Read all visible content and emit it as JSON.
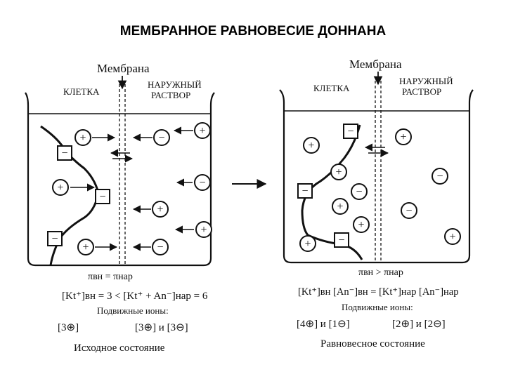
{
  "title": "МЕМБРАННОЕ РАВНОВЕСИЕ ДОННАНА",
  "left": {
    "membrane_label": "Мембрана",
    "cell_label": "КЛЕТКА",
    "outer_label_1": "НАРУЖНЫЙ",
    "outer_label_2": "РАСТВОР",
    "pressure": "πвн = πнар",
    "equation": "[Kt⁺]вн = 3  <  [Kt⁺ + An⁻]нар = 6",
    "mobile_label": "Подвижные ионы:",
    "ions_in": "[3⊕]",
    "ions_out": "[3⊕] и [3⊖]",
    "state": "Исходное состояние"
  },
  "right": {
    "membrane_label": "Мембрана",
    "cell_label": "КЛЕТКА",
    "outer_label_1": "НАРУЖНЫЙ",
    "outer_label_2": "РАСТВОР",
    "pressure": "πвн > πнар",
    "equation": "[Kt⁺]вн [An⁻]вн = [Kt⁺]нар [An⁻]нар",
    "mobile_label": "Подвижные ионы:",
    "ions_in": "[4⊕] и [1⊖]",
    "ions_out": "[2⊕] и [2⊖]",
    "state": "Равновесное состояние"
  },
  "symbols": {
    "plus": "+",
    "minus": "−"
  }
}
